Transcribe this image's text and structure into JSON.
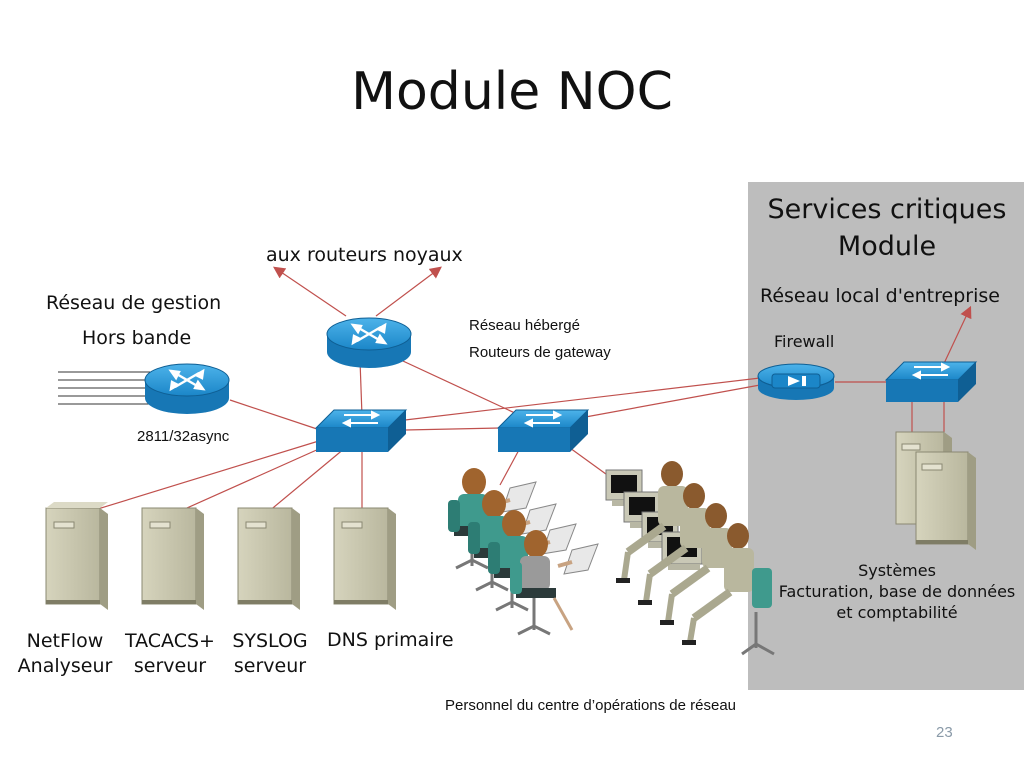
{
  "slide": {
    "title": "Module NOC",
    "page_number": "23"
  },
  "labels": {
    "core_routers": "aux routeurs noyaux",
    "oob_line1": "Réseau de gestion",
    "oob_line2": "Hors bande",
    "async_router": "2811/32async",
    "hosted_line1": "Réseau hébergé",
    "hosted_line2": "Routeurs de gateway",
    "netflow_line1": "NetFlow",
    "netflow_line2": "Analyseur",
    "tacacs_line1": "TACACS+",
    "tacacs_line2": "serveur",
    "syslog_line1": "SYSLOG",
    "syslog_line2": "serveur",
    "dns": "DNS primaire",
    "staff": "Personnel du centre d’opérations de réseau"
  },
  "panel": {
    "title_line1": "Services critiques",
    "title_line2": "Module",
    "lan": "Réseau local d'entreprise",
    "firewall": "Firewall",
    "systems_line1": "Systèmes",
    "systems_line2": "Facturation, base de données",
    "systems_line3": "et comptabilité"
  },
  "colors": {
    "device_blue": "#1a8fd1",
    "link_red": "#c0504d",
    "panel_gray": "#bdbdbd",
    "server_beige": "#c8c6ae"
  },
  "icons": {
    "router": "router-icon",
    "switch": "switch-icon",
    "firewall": "firewall-icon",
    "server": "server-icon",
    "workstation": "workstation-icon",
    "operator": "person-icon"
  }
}
